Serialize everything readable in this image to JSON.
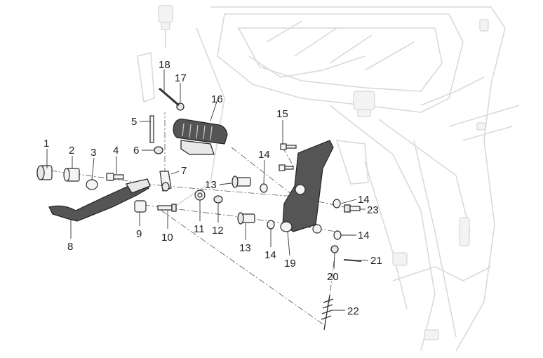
{
  "callouts": {
    "c1": "1",
    "c2": "2",
    "c3": "3",
    "c4": "4",
    "c5": "5",
    "c6": "6",
    "c7": "7",
    "c8": "8",
    "c9": "9",
    "c10": "10",
    "c11": "11",
    "c12": "12",
    "c13a": "13",
    "c13b": "13",
    "c14a": "14",
    "c14b": "14",
    "c14c": "14",
    "c14d": "14",
    "c15": "15",
    "c16": "16",
    "c17": "17",
    "c18": "18",
    "c19": "19",
    "c20": "20",
    "c21": "21",
    "c22": "22",
    "c23": "23"
  }
}
